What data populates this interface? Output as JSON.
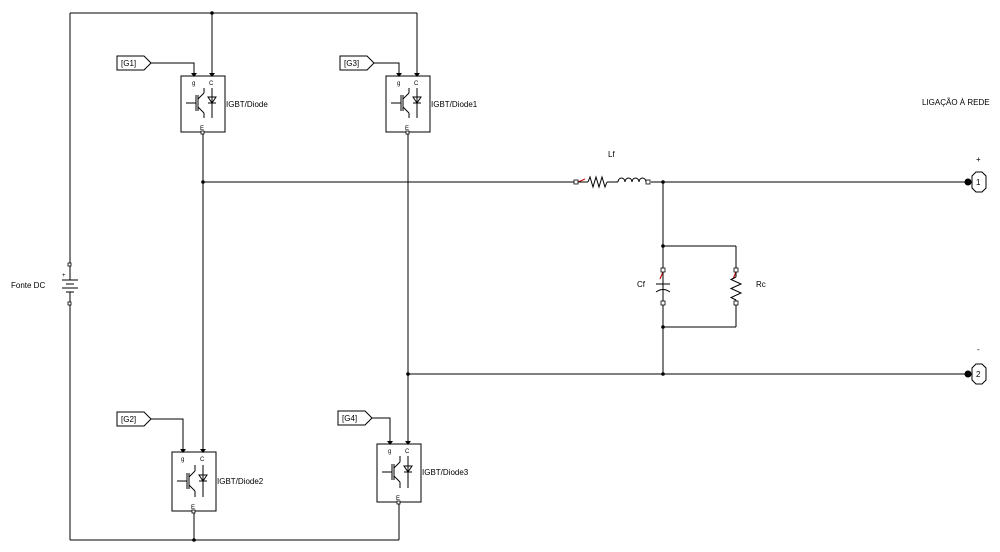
{
  "title": "LIGAÇÃO À REDE",
  "source": {
    "label": "Fonte DC",
    "plus": "+"
  },
  "gate_tags": [
    "[G1]",
    "[G3]",
    "[G2]",
    "[G4]"
  ],
  "switches": [
    "IGBT/Diode",
    "IGBT/Diode1",
    "IGBT/Diode2",
    "IGBT/Diode3"
  ],
  "pin_labels": {
    "gate": "g",
    "collector": "C",
    "emitter": "E"
  },
  "filter": {
    "inductor": "Lf",
    "capacitor": "Cf",
    "resistor": "Rc"
  },
  "outputs": [
    {
      "number": "1",
      "sign": "+"
    },
    {
      "number": "2",
      "sign": "-"
    }
  ]
}
